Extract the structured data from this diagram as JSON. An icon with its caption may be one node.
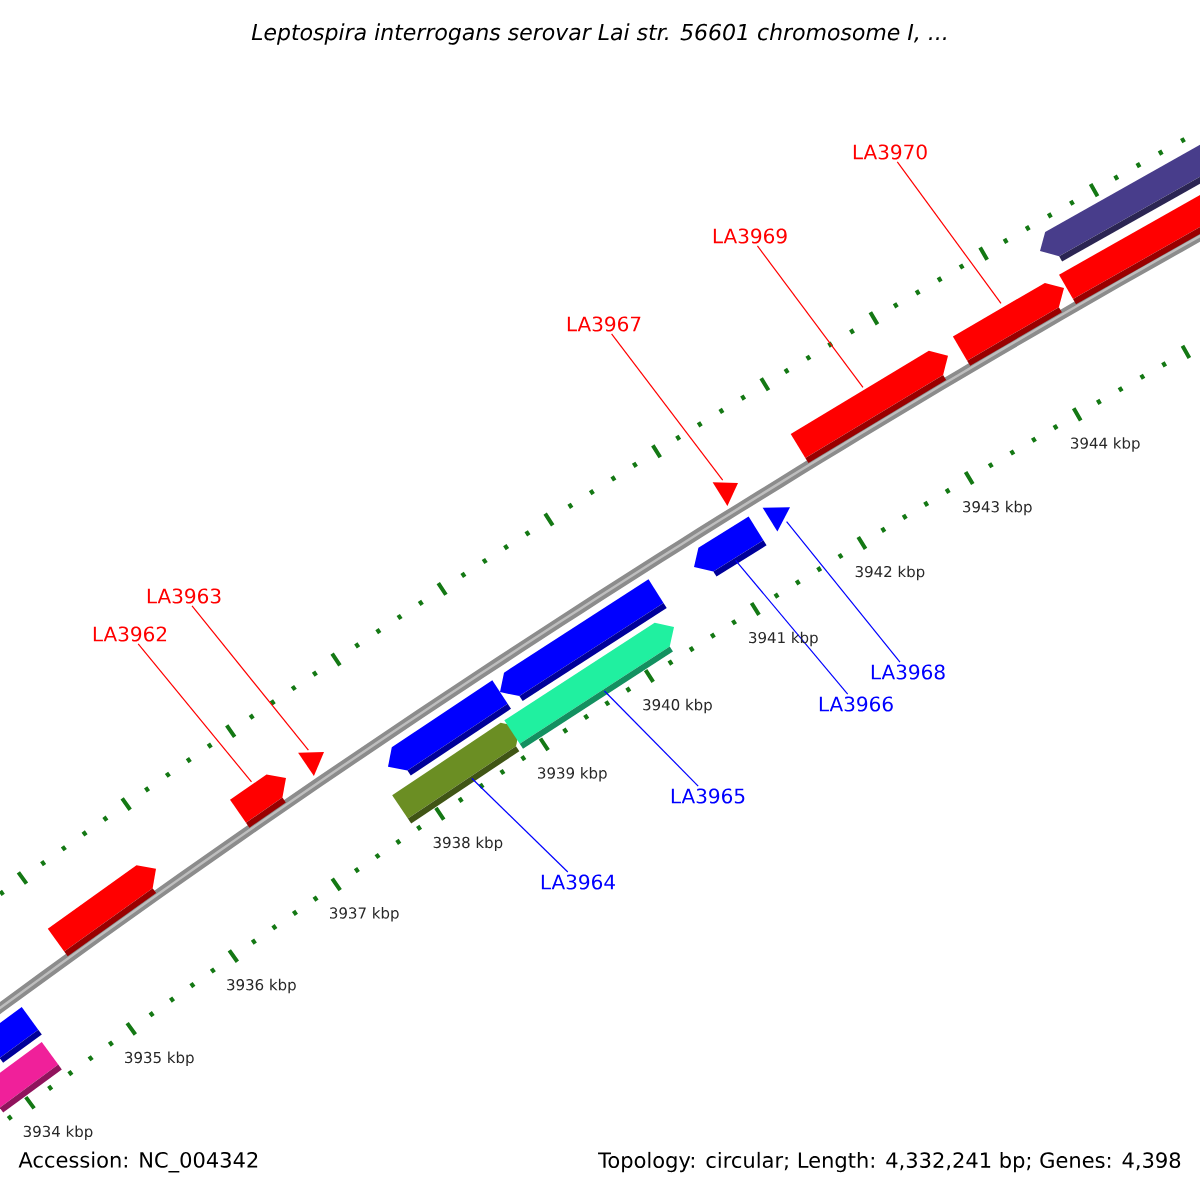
{
  "diagram": {
    "title": "Leptospira interrogans serovar Lai str. 56601 chromosome I, ...",
    "nodes": [
      {
        "text": [
          "LA3970"
        ]
      },
      {
        "text": [
          "LA3969"
        ]
      },
      {
        "text": [
          "LA3967"
        ]
      },
      {
        "text": [
          "LA3963"
        ]
      },
      {
        "text": [
          "LA3962"
        ]
      },
      {
        "text": [
          "LA3968"
        ]
      },
      {
        "text": [
          "LA3966"
        ]
      },
      {
        "text": [
          "LA3965"
        ]
      },
      {
        "text": [
          "LA3964"
        ]
      },
      {
        "text": [],
        "shape": "bar"
      },
      {
        "text": [],
        "shape": "bar"
      },
      {
        "text": [],
        "shape": "bar"
      },
      {
        "text": [],
        "shape": "bar"
      },
      {
        "text": [],
        "shape": "bar"
      },
      {
        "text": [],
        "shape": "bar"
      },
      {
        "text": [],
        "shape": "bar"
      },
      {
        "text": [],
        "shape": "bar"
      },
      {
        "text": [],
        "shape": "bar"
      },
      {
        "text": [],
        "shape": "bar"
      },
      {
        "text": [],
        "shape": "bar"
      },
      {
        "text": [],
        "shape": "bar"
      },
      {
        "text": [],
        "shape": "bar"
      },
      {
        "text": [],
        "shape": "bar"
      },
      {
        "text": [],
        "shape": "bar"
      },
      {
        "text": [],
        "shape": "bar"
      }
    ],
    "edges": [
      {
        "from": 0,
        "to": 22,
        "arrow": "none"
      },
      {
        "from": 1,
        "to": 21,
        "arrow": "none"
      },
      {
        "from": 2,
        "to": 19,
        "arrow": "none"
      },
      {
        "from": 3,
        "to": 13,
        "arrow": "none"
      },
      {
        "from": 4,
        "to": 12,
        "arrow": "none"
      },
      {
        "from": 5,
        "to": 20,
        "arrow": "none",
        "color": "#0000ff"
      },
      {
        "from": 6,
        "to": 18,
        "arrow": "none",
        "color": "#0000ff"
      },
      {
        "from": 7,
        "to": 17,
        "arrow": "none",
        "color": "#0000ff"
      },
      {
        "from": 8,
        "to": 15,
        "arrow": "none",
        "color": "#0000ff"
      }
    ],
    "labels": [
      "3934 kbp",
      "3935 kbp",
      "3936 kbp",
      "3937 kbp",
      "3938 kbp",
      "3939 kbp",
      "3940 kbp",
      "3941 kbp",
      "3942 kbp",
      "3943 kbp",
      "3944 kbp",
      "Accession: NC_004342",
      "Topology: circular; Length: 4,332,241 bp; Genes: 4,398"
    ]
  }
}
